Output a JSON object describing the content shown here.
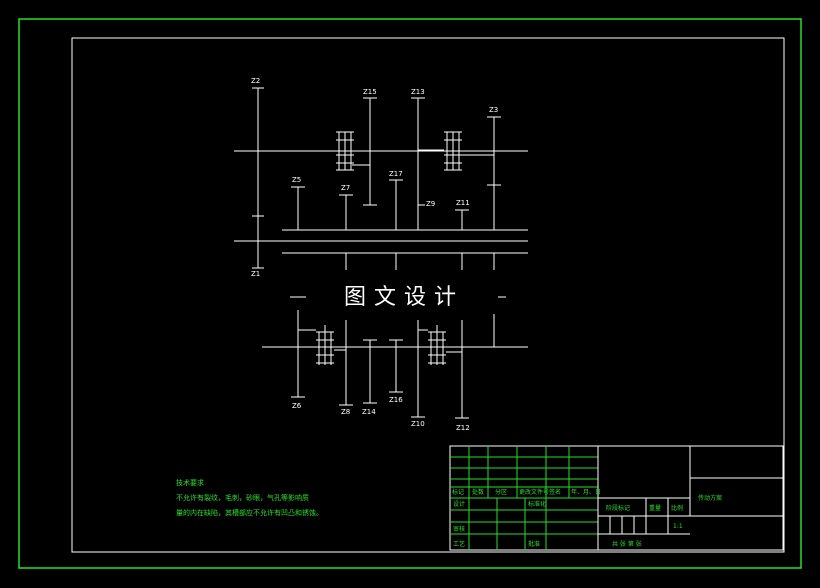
{
  "drawing": {
    "watermark": "图文设计",
    "gear_labels": {
      "z22": "Z2",
      "z1": "Z1",
      "z5": "Z5",
      "z7": "Z7",
      "z15": "Z15",
      "z13": "Z13",
      "z17": "Z17",
      "z9": "Z9",
      "z3": "Z3",
      "z11": "Z11",
      "z6": "Z6",
      "z8": "Z8",
      "z14": "Z14",
      "z16": "Z16",
      "z10": "Z10",
      "z12": "Z12"
    }
  },
  "notes": {
    "title": "技术要求",
    "line1": "不允许有裂纹，毛刺，砂眼，气孔等影响质",
    "line2": "量的内在缺陷，其槽部应不允许有凹凸和锈蚀。"
  },
  "title_block": {
    "name": "传动方案",
    "marking": "标记",
    "count": "处数",
    "zone": "分区",
    "change_doc": "更改文件号",
    "signature": "签名",
    "date": "年、月、日",
    "design": "设计",
    "standardize": "标准化",
    "stage_mark": "阶段标记",
    "weight": "重量",
    "scale": "比例",
    "scale_value": "1:1",
    "review": "审核",
    "process": "工艺",
    "approve": "批准",
    "sheets": "共  张  第  张"
  },
  "colors": {
    "background": "#000000",
    "frame": "#ffffff",
    "border": "#24e024",
    "notes": "#24e024"
  }
}
